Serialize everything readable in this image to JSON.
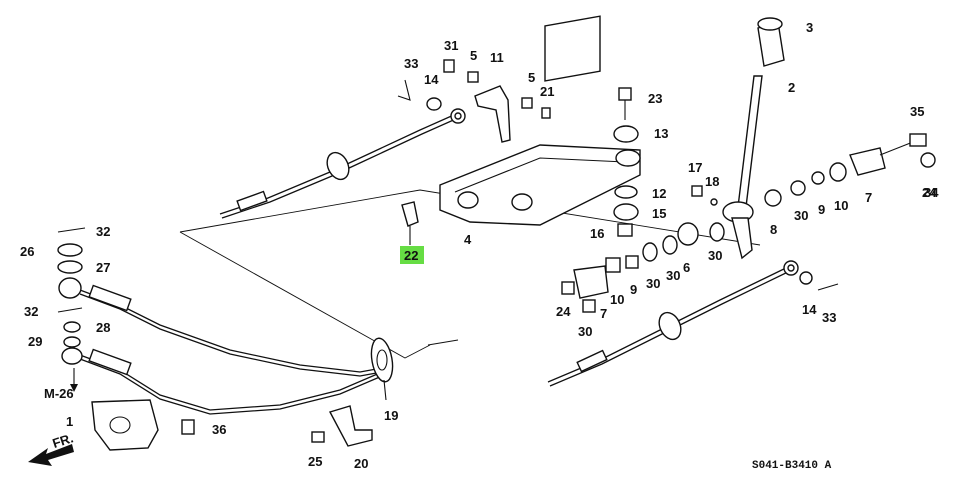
{
  "diagram": {
    "code": "S041-B3410 A",
    "highlighted_part": "22",
    "ref_labels": {
      "m26": "M-26",
      "fr": "FR."
    },
    "callouts": {
      "p1": "1",
      "p2": "2",
      "p3": "3",
      "p4": "4",
      "p5a": "5",
      "p5b": "5",
      "p6": "6",
      "p7a": "7",
      "p7b": "7",
      "p8": "8",
      "p9a": "9",
      "p9b": "9",
      "p10a": "10",
      "p10b": "10",
      "p11": "11",
      "p12": "12",
      "p13": "13",
      "p14a": "14",
      "p14b": "14",
      "p15": "15",
      "p16": "16",
      "p17": "17",
      "p18": "18",
      "p19": "19",
      "p20": "20",
      "p21": "21",
      "p22": "22",
      "p23": "23",
      "p24a": "24",
      "p24b": "24",
      "p25": "25",
      "p26": "26",
      "p27": "27",
      "p28": "28",
      "p29": "29",
      "p30a": "30",
      "p30b": "30",
      "p30c": "30",
      "p30d": "30",
      "p30e": "30",
      "p31": "31",
      "p32a": "32",
      "p32b": "32",
      "p33a": "33",
      "p33b": "33",
      "p34": "34",
      "p35": "35",
      "p36": "36"
    }
  }
}
